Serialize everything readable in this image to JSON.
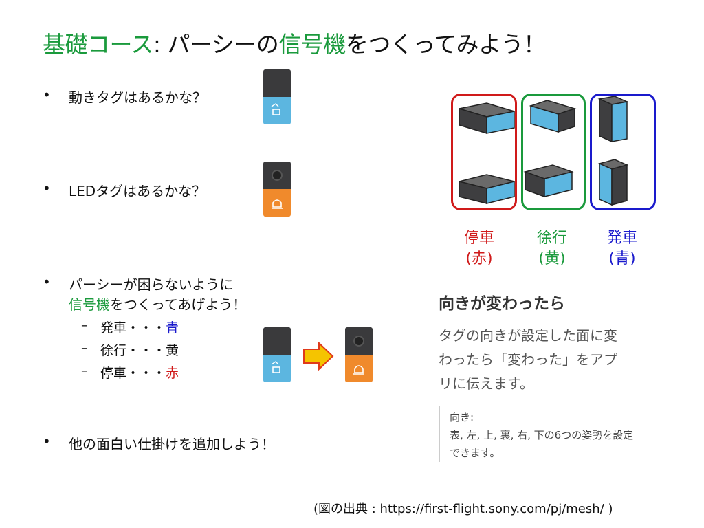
{
  "title": {
    "part1": "基礎コース",
    "part2": ": パーシーの",
    "part3": "信号機",
    "part4": "をつくってみよう！"
  },
  "bullets": {
    "b1": "動きタグはあるかな？",
    "b2": "LEDタグはあるかな？",
    "b3_line1": "パーシーが困らないように",
    "b3_line2_green": "信号機",
    "b3_line2_rest": "をつくってあげよう！",
    "b4": "他の面白い仕掛けを追加しよう！",
    "bullet_char": "•",
    "dash_char": "–"
  },
  "sub_items": [
    {
      "label": "発車・・・",
      "color_word": "青"
    },
    {
      "label": "徐行・・・",
      "color_word": "黄"
    },
    {
      "label": "停車・・・",
      "color_word": "赤"
    }
  ],
  "signals": [
    {
      "name": "停車",
      "color": "(赤)",
      "hex": "#d01a1a"
    },
    {
      "name": "徐行",
      "color": "(黄)",
      "hex": "#1a9a3c"
    },
    {
      "name": "発車",
      "color": "(青)",
      "hex": "#1a1acc"
    }
  ],
  "panel": {
    "title": "向きが変わったら",
    "desc_line1": "タグの向きが設定した面に変",
    "desc_line2": "わったら「変わった」をアプ",
    "desc_line3": "リに伝えます。",
    "note_line1": "向き:",
    "note_line2": "表, 左, 上, 裏, 右, 下の6つの姿勢を設定",
    "note_line3": "できます。"
  },
  "source": "(図の出典 :  https://first-flight.sony.com/pj/mesh/ )",
  "colors": {
    "green": "#1a9a3c",
    "blue": "#1a1acc",
    "red": "#d01a1a",
    "move_tag": "#5cb6e0",
    "led_tag": "#f08a2c",
    "arrow": "#f5c400"
  },
  "icons": [
    "move-tag-icon",
    "led-tag-icon",
    "arrow-right-icon"
  ]
}
